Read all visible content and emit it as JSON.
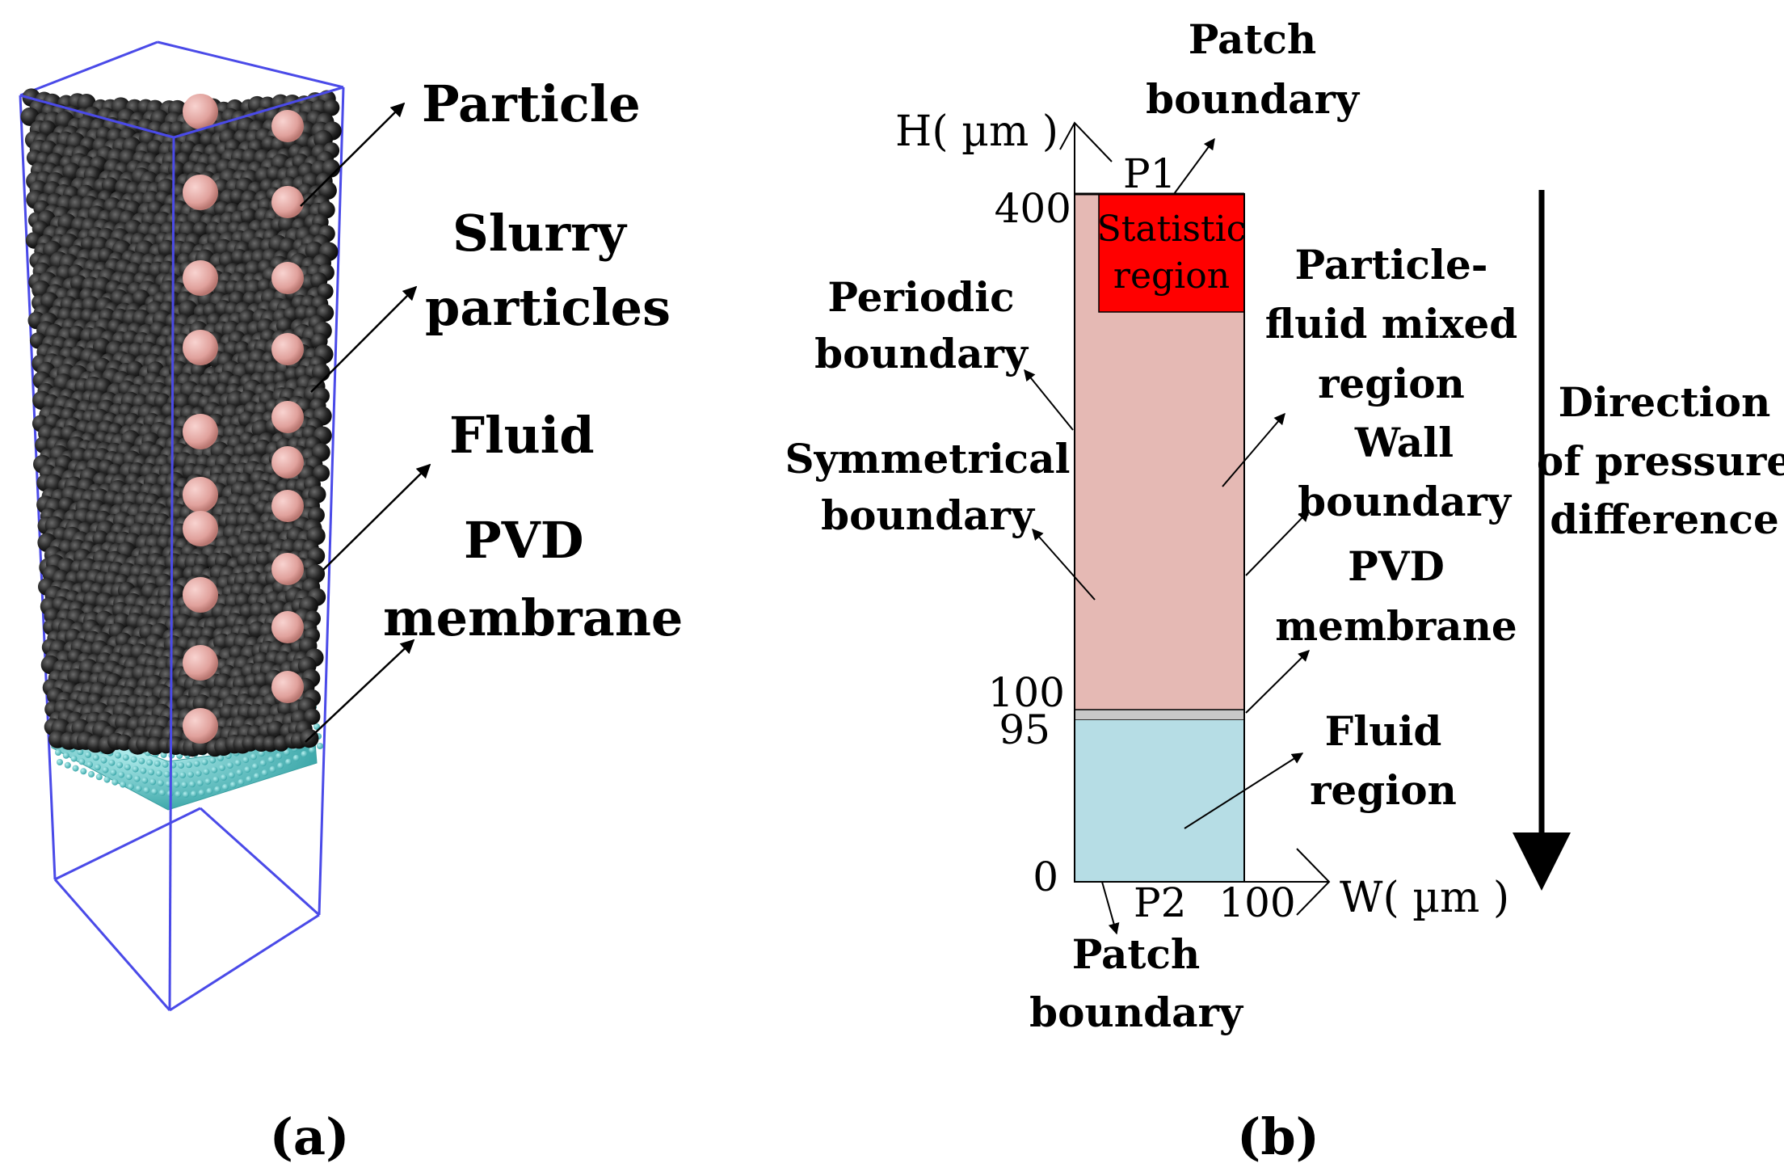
{
  "panel_a": {
    "caption": "(a)",
    "labels": {
      "particle": "Particle",
      "slurry_1": "Slurry",
      "slurry_2": "particles",
      "fluid": "Fluid",
      "pvd_1": "PVD",
      "pvd_2": "membrane"
    },
    "colors": {
      "box_edge": "#4a4ae8",
      "slurry_particle": "#2b2b2b",
      "large_particle": "#e8a9a6",
      "membrane": "#62c6c6"
    }
  },
  "panel_b": {
    "caption": "(b)",
    "axes": {
      "y_label": "H( µm )",
      "x_label": "W( µm )",
      "y_ticks": [
        "400",
        "100",
        "95",
        "0"
      ],
      "x_ticks": [
        "100"
      ]
    },
    "points": {
      "p1": "P1",
      "p2": "P2"
    },
    "regions": {
      "statistic_1": "Statistic",
      "statistic_2": "region"
    },
    "labels": {
      "patch_top_1": "Patch",
      "patch_top_2": "boundary",
      "periodic_1": "Periodic",
      "periodic_2": "boundary",
      "symmetrical_1": "Symmetrical",
      "symmetrical_2": "boundary",
      "mixed_1": "Particle-",
      "mixed_2": "fluid mixed",
      "mixed_3": "region",
      "wall_1": "Wall",
      "wall_2": "boundary",
      "pvd_1": "PVD",
      "pvd_2": "membrane",
      "fluid_1": "Fluid",
      "fluid_2": "region",
      "patch_bottom_1": "Patch",
      "patch_bottom_2": "boundary",
      "direction_1": "Direction",
      "direction_2": "of pressure",
      "direction_3": "difference"
    },
    "colors": {
      "mixed_region": "#e5b9b4",
      "statistic_region": "#ff0000",
      "membrane": "#c8c8c8",
      "fluid_region": "#b6dde5"
    }
  }
}
